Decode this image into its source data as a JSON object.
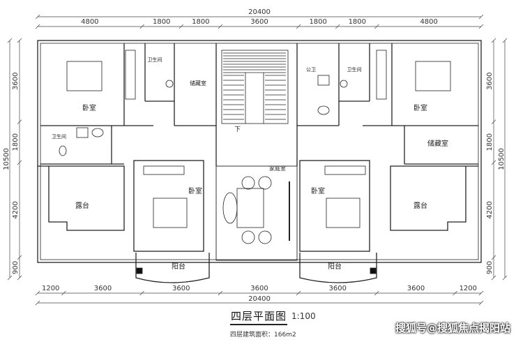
{
  "dimensions": {
    "top_total": "20400",
    "top_segments": [
      "4800",
      "1800",
      "1800",
      "3600",
      "1800",
      "1800",
      "4800"
    ],
    "bottom_total": "20400",
    "bottom_segments": [
      "1200",
      "3600",
      "3600",
      "3600",
      "3600",
      "3600",
      "1200"
    ],
    "left_total": "10500",
    "left_segments": [
      "3600",
      "1800",
      "4200",
      "900"
    ],
    "right_total": "10500",
    "right_segments": [
      "3600",
      "1800",
      "4200",
      "900"
    ]
  },
  "rooms": {
    "bedroom_top_left": "卧室",
    "bathroom_top_left": "卫生间",
    "storage_top_left": "储藏室",
    "public_bath": "公卫",
    "bathroom_top_right": "卫生间",
    "bedroom_top_right": "卧室",
    "bathroom_left": "卫生间",
    "down_stairs": "下",
    "storage_right": "储藏室",
    "bedroom_mid_left": "卧室",
    "family_room": "家庭室",
    "bedroom_mid_right": "卧室",
    "terrace_left": "露台",
    "terrace_right": "露台",
    "balcony_left": "阳台",
    "balcony_right": "阳台"
  },
  "footer": {
    "plan_title": "四层平面图",
    "scale": "1:100",
    "area_note": "四层建筑面积：166m2",
    "watermark": "搜狐号@搜狐焦点揭阳站"
  },
  "colors": {
    "line": "#222222",
    "dim_line": "#444444",
    "paper": "#ffffff"
  }
}
